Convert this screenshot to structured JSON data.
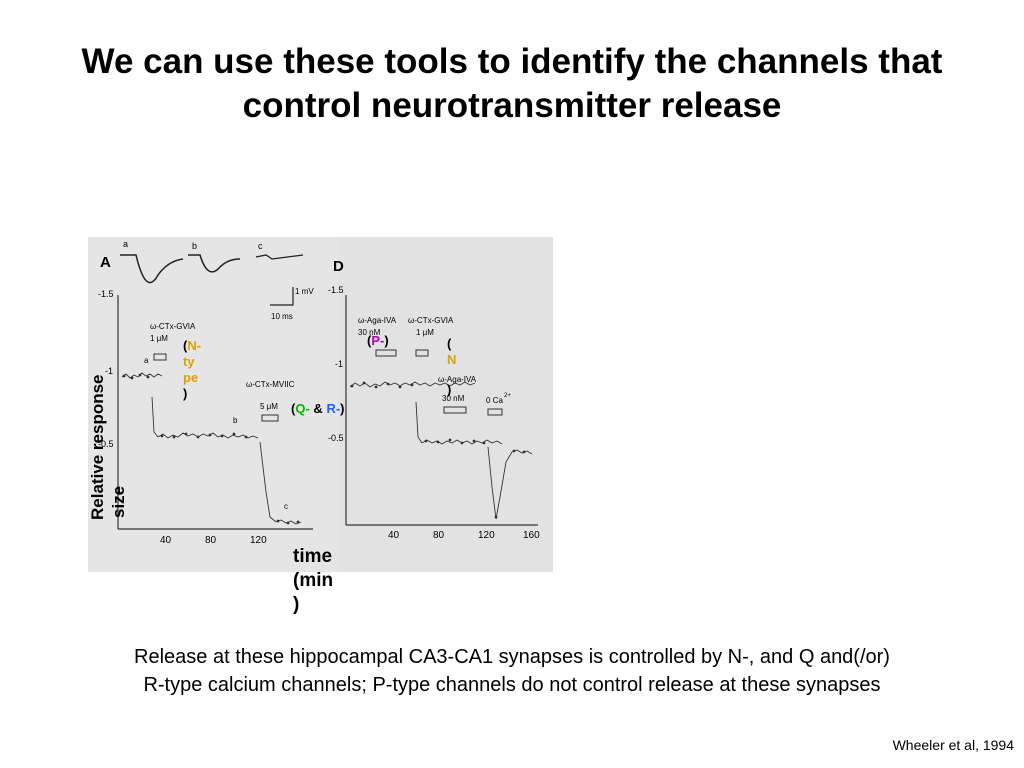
{
  "title": {
    "line1": "We can use these tools to identify the channels that",
    "line2": "control neurotransmitter release"
  },
  "figure": {
    "panel_a_label": "A",
    "panel_d_label": "D",
    "trace_a": "a",
    "trace_b": "b",
    "trace_c": "c",
    "scale_mv": "1 mV",
    "scale_ms": "10 ms",
    "left_ticks": [
      "-1.5",
      "-1",
      "-0.5"
    ],
    "left_xticks": [
      "40",
      "80",
      "120"
    ],
    "right_ticks": [
      "-1.5",
      "-1",
      "-0.5"
    ],
    "right_xticks": [
      "40",
      "80",
      "120",
      "160"
    ],
    "drug_gvia_left": "ω-CTx-GVIA",
    "drug_gvia_left_conc": "1 μM",
    "drug_mviic": "ω-CTx-MVIIC",
    "drug_mviic_conc": "5 μM",
    "drug_aga_p": "ω-Aga-IVA",
    "drug_aga_p_conc": "30 nM",
    "drug_gvia_right": "ω-CTx-GVIA",
    "drug_gvia_right_conc": "1 μM",
    "drug_aga_r": "ω-Aga-IVA",
    "drug_aga_r_conc": "30 nM",
    "drug_ca": "0 Ca",
    "drug_ca_sup": "2+",
    "marker_a": "a",
    "marker_b": "b",
    "marker_c": "c"
  },
  "annotations": {
    "ntype": {
      "open": "(",
      "text1": "N-",
      "text2": "ty",
      "text3": "pe",
      "close": ")"
    },
    "qr": {
      "open": "(",
      "q": "Q-",
      "amp": "&",
      "r": "R-",
      "close": ")"
    },
    "p": {
      "open": "(",
      "text": "P-",
      "close": ")"
    },
    "n_right": {
      "open": "(",
      "text": "N",
      "close": ")"
    }
  },
  "axis_labels": {
    "y_line1": "Relative response",
    "y_line2": "size",
    "time_line1": "time",
    "time_line2": "(min",
    "time_line3": ")"
  },
  "caption": {
    "line1": "Release at these hippocampal CA3-CA1 synapses is controlled by N-, and Q and(/or)",
    "line2": "R-type calcium channels; P-type channels do not control release at these synapses"
  },
  "citation": "Wheeler et al, 1994",
  "colors": {
    "ntype": "#e0a000",
    "q": "#00b400",
    "r": "#2060ff",
    "p": "#b000c0",
    "n_right": "#e0a000"
  }
}
